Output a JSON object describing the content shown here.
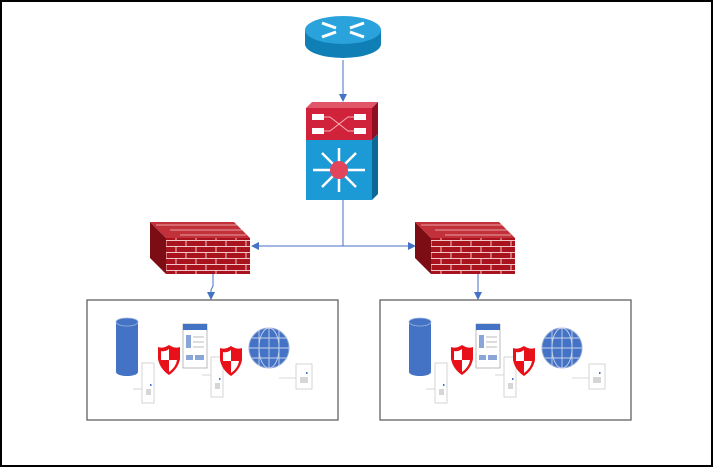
{
  "diagram": {
    "nodes": [
      {
        "id": "router",
        "icon": "router-icon"
      },
      {
        "id": "core-switch",
        "icon": "layer3-switch-icon"
      },
      {
        "id": "firewall-left",
        "icon": "firewall-icon"
      },
      {
        "id": "firewall-right",
        "icon": "firewall-icon"
      },
      {
        "id": "zone-left",
        "icon": "network-zone",
        "contains": [
          "database-icon",
          "shield-icon",
          "document-icon",
          "shield-icon",
          "globe-icon",
          "server-card-icon",
          "server-card-icon",
          "server-card-icon"
        ]
      },
      {
        "id": "zone-right",
        "icon": "network-zone",
        "contains": [
          "database-icon",
          "shield-icon",
          "document-icon",
          "shield-icon",
          "globe-icon",
          "server-card-icon",
          "server-card-icon",
          "server-card-icon"
        ]
      }
    ],
    "edges": [
      {
        "from": "router",
        "to": "core-switch"
      },
      {
        "from": "core-switch",
        "to": "firewall-left"
      },
      {
        "from": "core-switch",
        "to": "firewall-right"
      },
      {
        "from": "firewall-left",
        "to": "zone-left"
      },
      {
        "from": "firewall-right",
        "to": "zone-right"
      }
    ]
  },
  "colors": {
    "router": "#1c9ad6",
    "switch_top": "#d0223a",
    "switch_bottom": "#1c9ad6",
    "firewall": "#a8131d",
    "icon_blue": "#4472c4",
    "shield": "#e8111a",
    "connector": "#4472c4"
  }
}
